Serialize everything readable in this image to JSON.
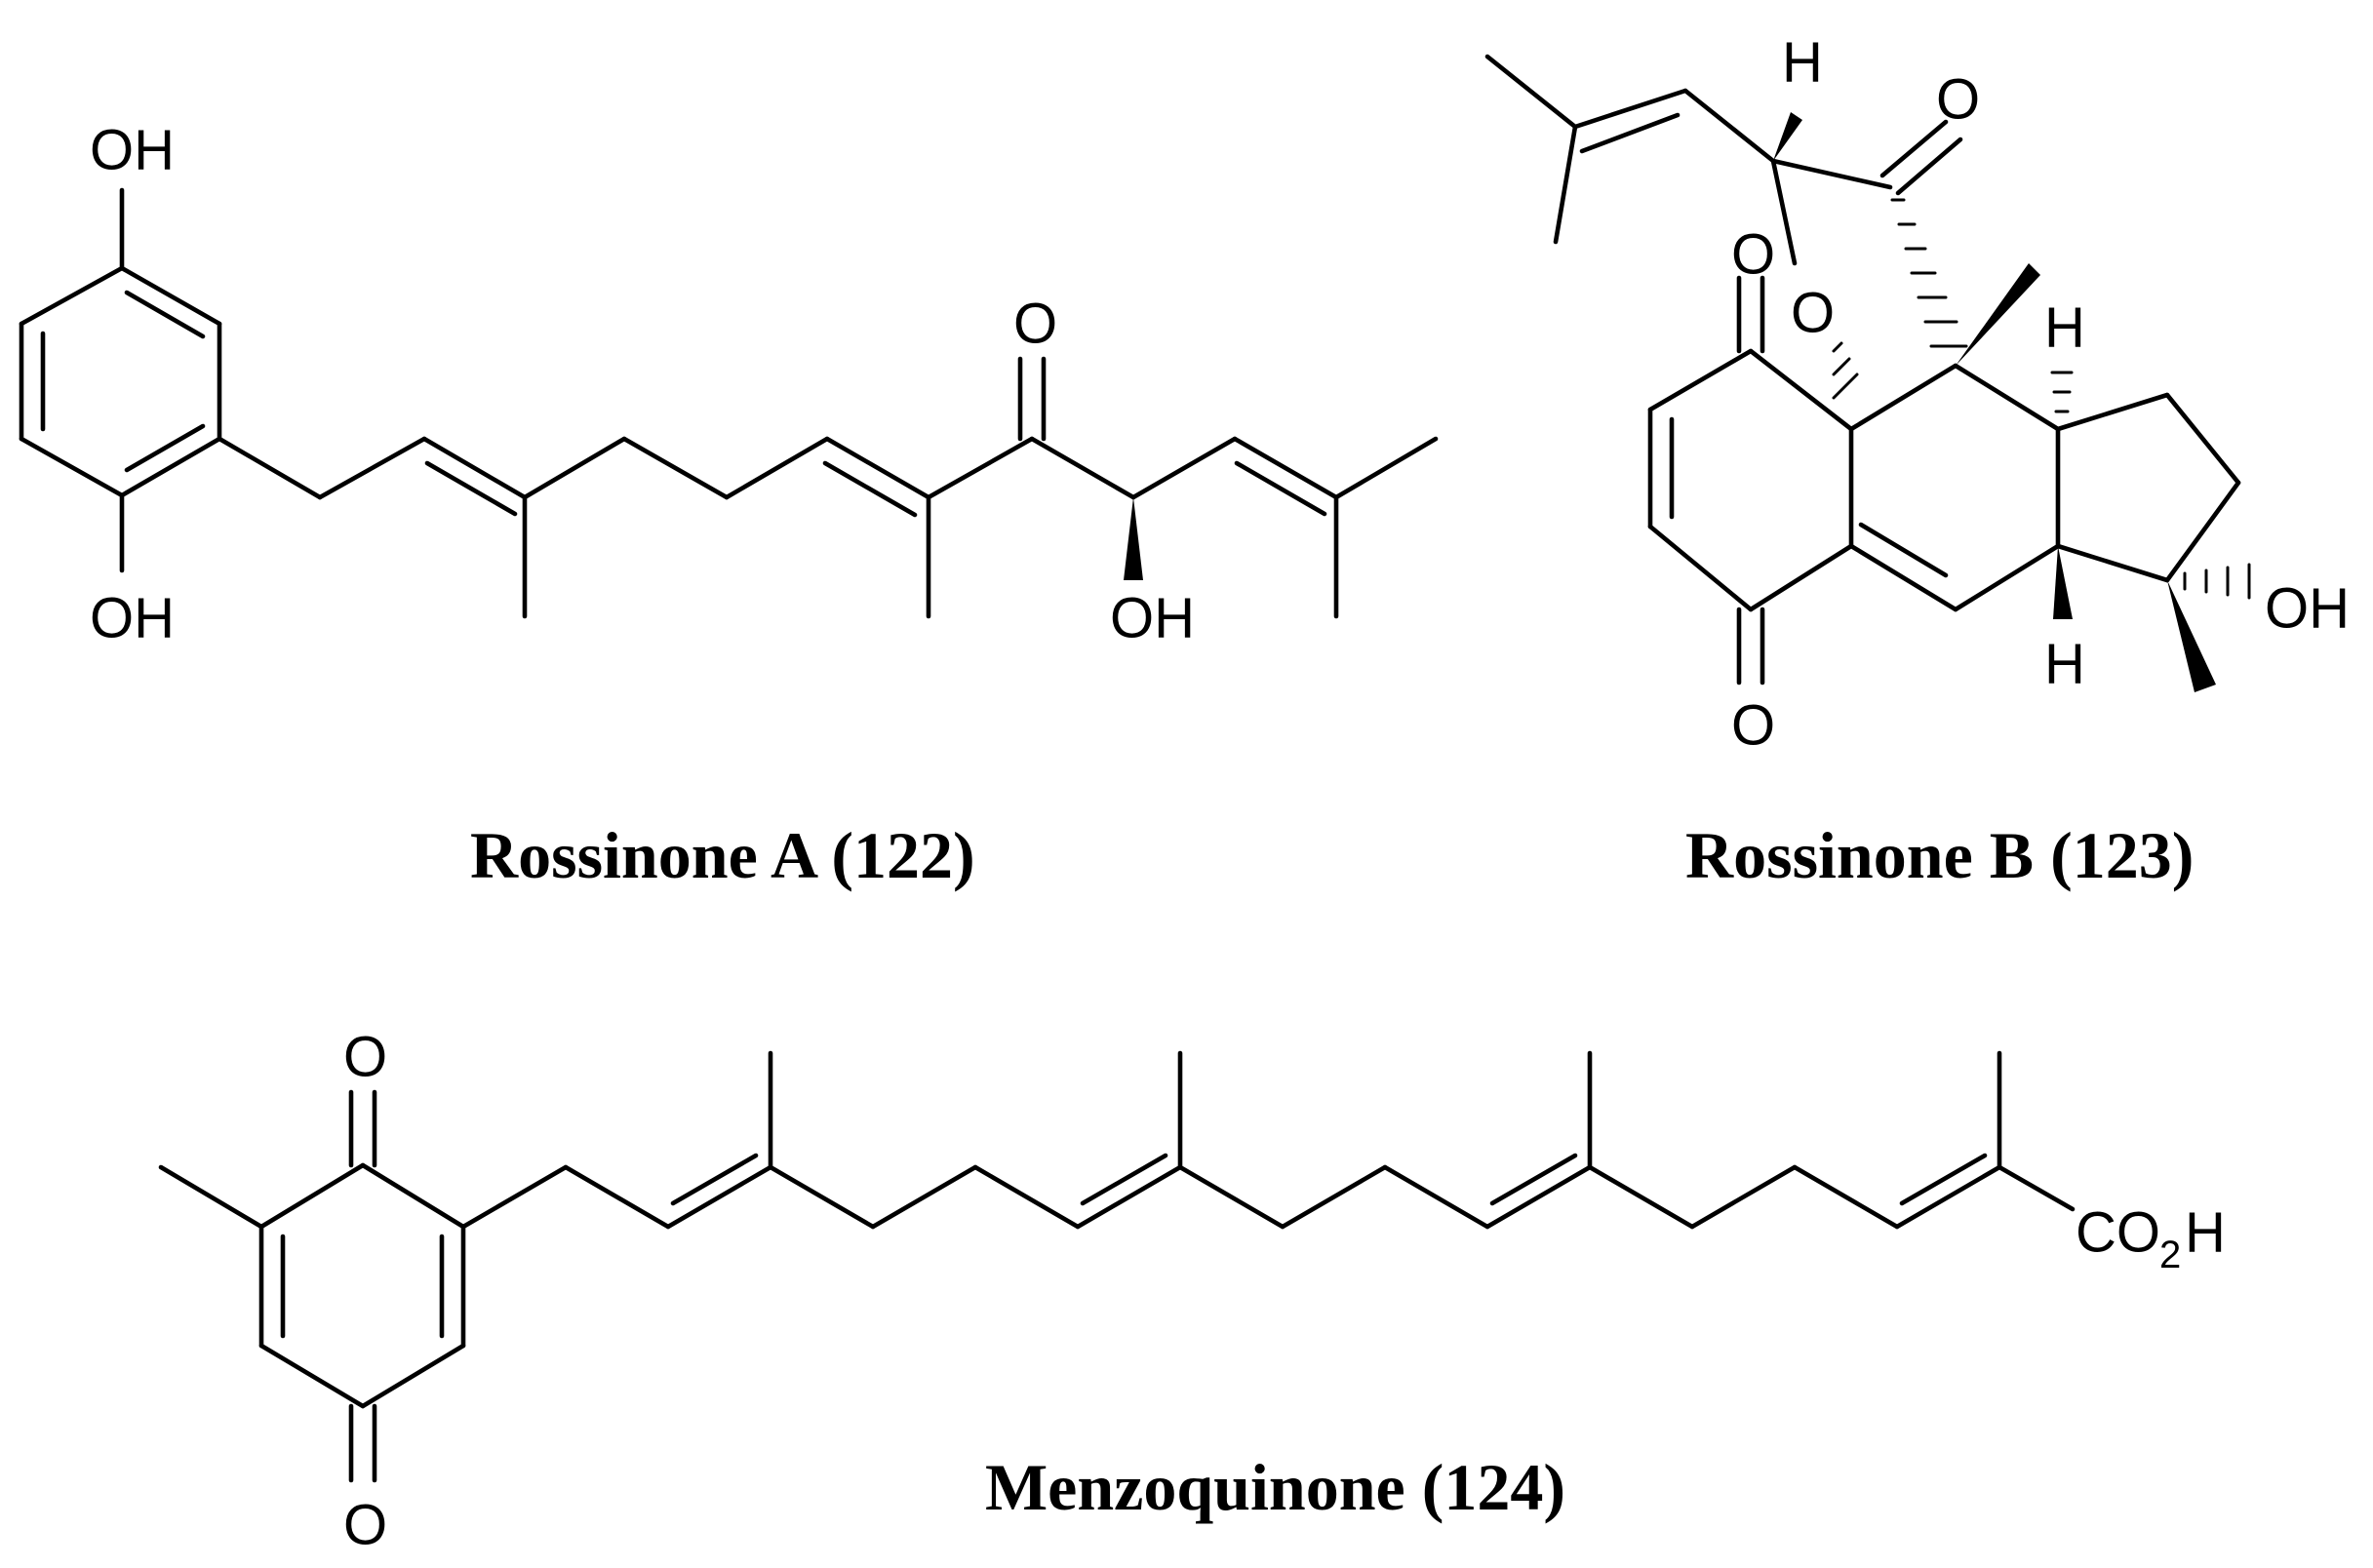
{
  "figure": {
    "compounds": [
      {
        "caption": "Rossinone A (122)",
        "atoms": {
          "oh_top": "OH",
          "oh_bottom": "OH",
          "ketone_o": "O",
          "oh_side": "OH"
        }
      },
      {
        "caption": "Rossinone B (123)",
        "atoms": {
          "h_top": "H",
          "lactone_o": "O",
          "ring_o": "O",
          "quinone_o_top": "O",
          "h_right": "H",
          "h_bottom": "H",
          "oh_right": "OH",
          "quinone_o_bottom": "O"
        }
      },
      {
        "caption": "Menzoquinone (124)",
        "atoms": {
          "quinone_o_top": "O",
          "quinone_o_bottom": "O",
          "acid_co": "CO",
          "acid_sub": "2",
          "acid_h": "H"
        }
      }
    ]
  }
}
